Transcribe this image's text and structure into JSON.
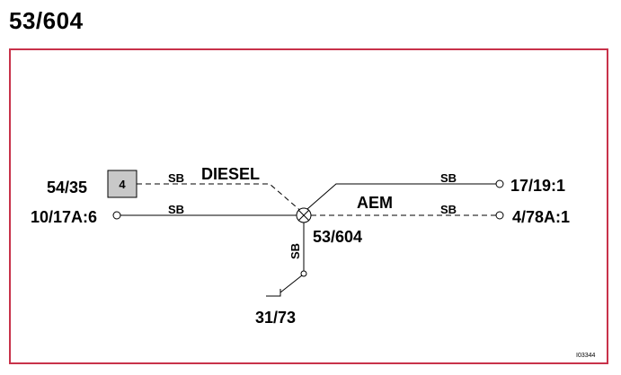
{
  "title": "53/604",
  "diagram": {
    "connector_label": "53/604",
    "box_label": "4",
    "box_ref": "54/35",
    "left_terminal": "10/17A:6",
    "top_right_terminal": "17/19:1",
    "right_terminal": "4/78A:1",
    "ground_terminal": "31/73",
    "wire_diesel_color": "SB",
    "wire_left_color": "SB",
    "wire_top_right_color": "SB",
    "wire_right_color": "SB",
    "wire_down_color": "SB",
    "diesel_label": "DIESEL",
    "aem_label": "AEM",
    "figure_id": "I03344"
  },
  "colors": {
    "frame": "#c8324a",
    "box_fill": "#c8c8c8"
  }
}
